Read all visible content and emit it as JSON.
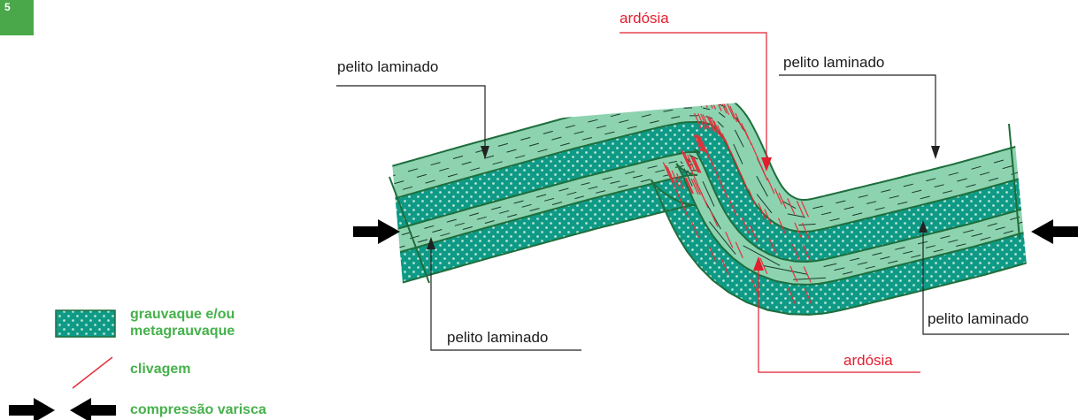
{
  "figure_number": "5",
  "labels": {
    "pelito_top_left": "pelito laminado",
    "pelito_top_right": "pelito laminado",
    "pelito_bottom_left": "pelito laminado",
    "pelito_bottom_right": "pelito laminado",
    "ardosia_top": "ardósia",
    "ardosia_bottom": "ardósia"
  },
  "legend": {
    "grauvaque_line1": "grauvaque e/ou",
    "grauvaque_line2": "metagrauvaque",
    "clivagem": "clivagem",
    "compressao": "compressão varisca"
  },
  "colors": {
    "pelite": "#8dd3b0",
    "greywacke": "#0e9a86",
    "dots": "#b4e4d2",
    "outline": "#1e6e3c",
    "cleavage": "#e0323c",
    "legend_text": "#45b14a",
    "badge": "#4aa84a",
    "leader": "#222222"
  },
  "icons": [
    "compression-arrow-icon",
    "cleavage-line-icon",
    "greywacke-swatch-icon"
  ]
}
